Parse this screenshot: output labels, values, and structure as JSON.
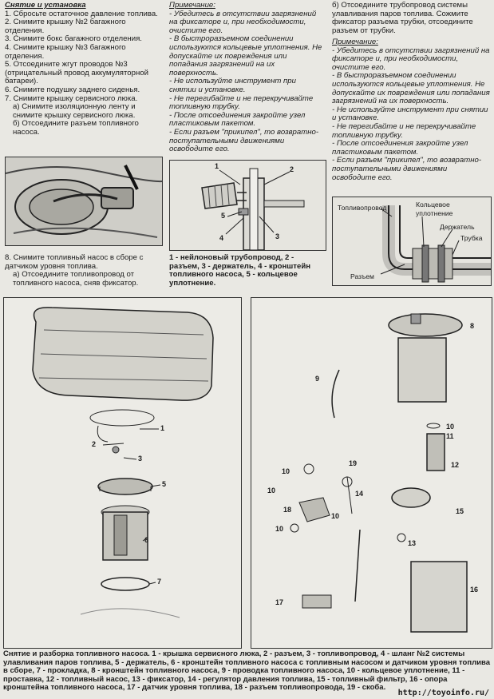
{
  "left_column": {
    "heading": "Снятие и установка",
    "steps": [
      "1. Сбросьте остаточное давление топлива.",
      "2. Снимите крышку №2 багажного отделения.",
      "3. Снимите бокс багажного отделения.",
      "4. Снимите крышку №3 багажного отделения.",
      "5. Отсоедините жгут проводов №3 (отрицательный провод аккумуляторной батареи).",
      "6. Снимите подушку заднего сиденья.",
      "7. Снимите крышку сервисного люка.",
      "а) Снимите изоляционную ленту и снимите крышку сервисного люка.",
      "б) Отсоедините разъем топливного насоса."
    ],
    "step8": "8. Снимите топливный насос в сборе с датчиком уровня топлива.",
    "step8a": "а) Отсоедините топливопровод от топливного насоса, сняв фиксатор."
  },
  "middle_column": {
    "note_title": "Примечание:",
    "notes": [
      "- Убедитесь в отсутствии загрязнений на фиксаторе и, при необходимости, очистите его.",
      "- В быстроразъемном соединении используются кольцевые уплотнения. Не допускайте их повреждения или попадания загрязнений на их поверхность.",
      "- Не используйте инструмент при снятии и установке.",
      "- Не перегибайте и не перекручивайте топливную трубку.",
      "- После отсоединения закройте узел пластиковым пакетом.",
      "- Если разъем \"прикипел\", то возвратно-поступательными движениями освободите его."
    ],
    "figure_caption": "1 - нейлоновый трубопровод, 2 - разъем, 3 - держатель, 4 - кронштейн топливного насоса, 5 - кольцевое уплотнение.",
    "figure_labels": [
      "1",
      "2",
      "3",
      "4",
      "5"
    ]
  },
  "right_column": {
    "step_b": "б) Отсоедините трубопровод системы улавливания паров топлива. Сожмите фиксатор разъема трубки, отсоедините разъем от трубки.",
    "note_title": "Примечание:",
    "notes": [
      "- Убедитесь в отсутствии загрязнений на фиксаторе и, при необходимости, очистите его.",
      "- В быстроразъемном соединении используются кольцевые уплотнения. Не допускайте их повреждения или попадания загрязнений на их поверхность.",
      "- Не используйте инструмент при снятии и установке.",
      "- Не перегибайте и не перекручивайте топливную трубку.",
      "- После отсоединения закройте узел пластиковым пакетом.",
      "- Если разъем \"прикипел\", то возвратно-поступательными движениями освободите его."
    ],
    "figure_labels": {
      "fuel_line": "Топливопровод",
      "o_ring": "Кольцевое уплотнение",
      "holder": "Держатель",
      "tube": "Трубка",
      "connector": "Разъем"
    }
  },
  "left_diagram": {
    "labels": [
      "1",
      "2",
      "3",
      "5",
      "6",
      "7"
    ]
  },
  "right_diagram": {
    "labels": [
      "8",
      "9",
      "10",
      "11",
      "12",
      "19",
      "14",
      "18",
      "10",
      "15",
      "10",
      "13",
      "16",
      "17",
      "10",
      "10"
    ]
  },
  "bottom_caption": "Снятие и разборка топливного насоса. 1 - крышка сервисного люка, 2 - разъем, 3 - топливопровод, 4 - шланг №2 системы улавливания паров топлива, 5 - держатель, 6 - кронштейн топливного насоса с топливным насосом и датчиком уровня топлива в сборе, 7 - прокладка, 8 - кронштейн топливного насоса, 9 - проводка топливного насоса, 10 - кольцевое уплотнение, 11 - проставка, 12 - топливный насос, 13 - фиксатор, 14 - регулятор давления топлива, 15 - топливный фильтр, 16 - опора кронштейна топливного насоса, 17 - датчик уровня топлива, 18 - разъем топливопровода, 19 - скоба.",
  "watermark": "http://toyoinfo.ru/"
}
